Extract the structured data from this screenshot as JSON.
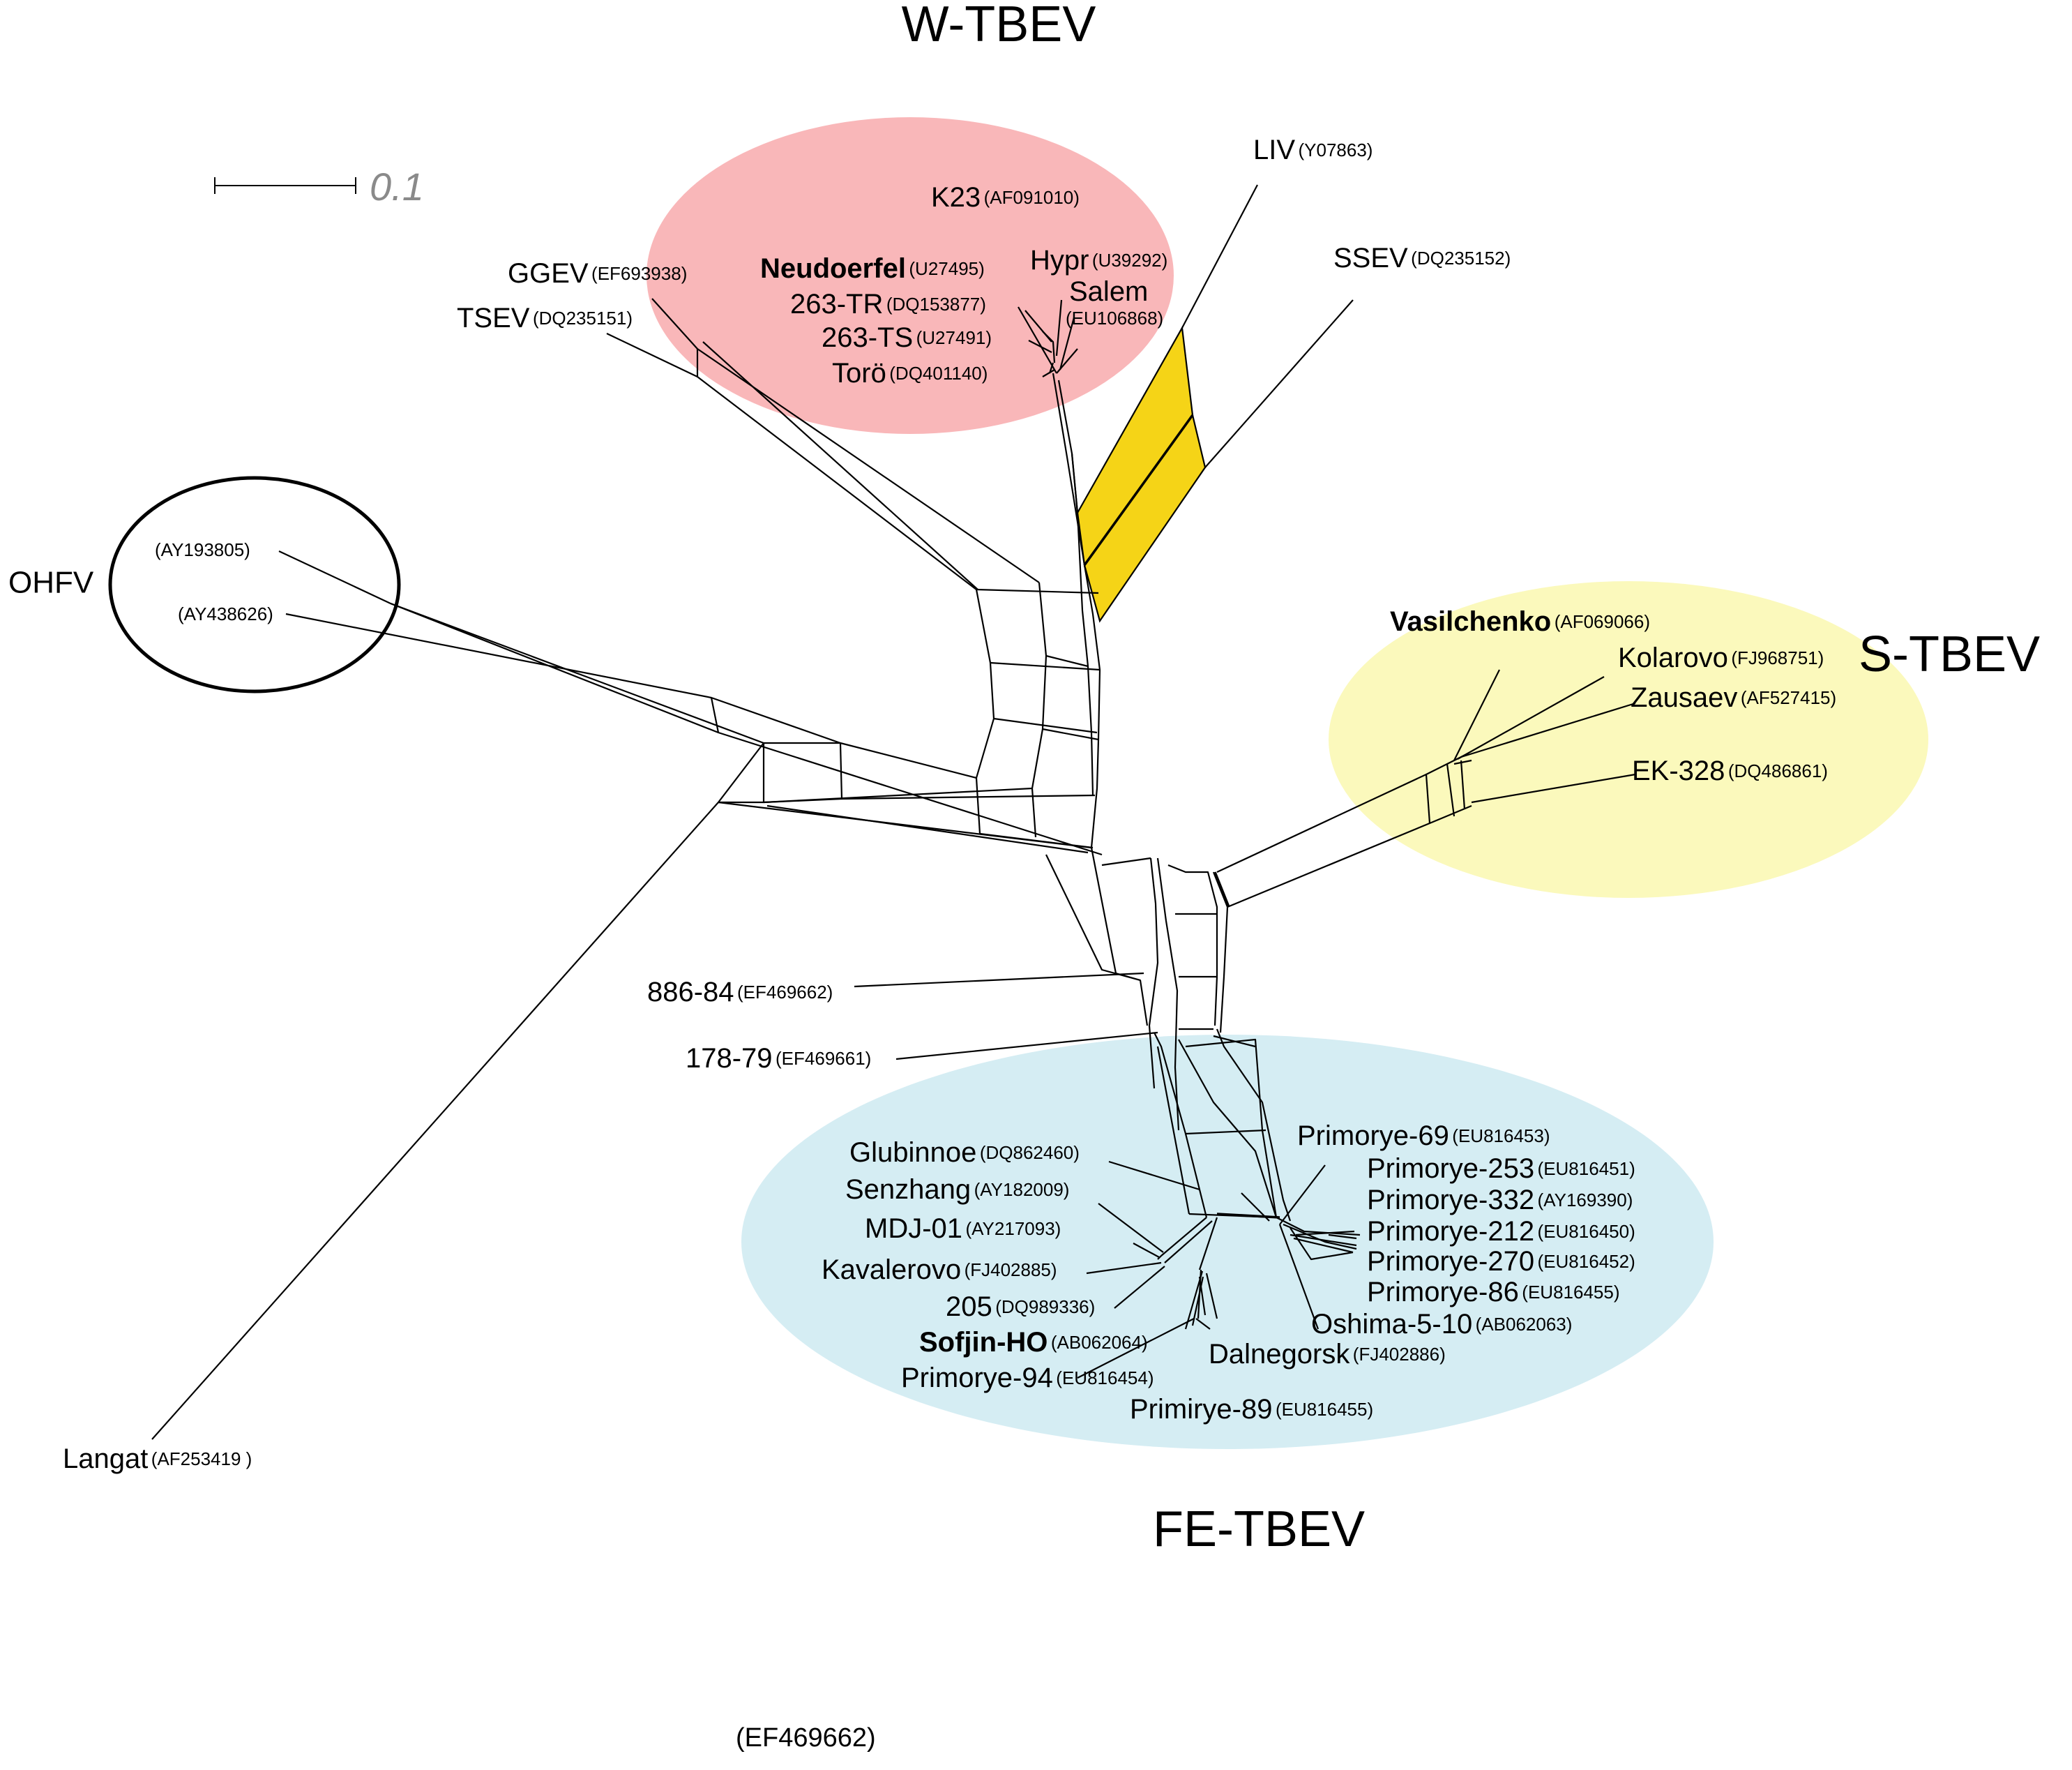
{
  "scale_bar": {
    "label": "0.1"
  },
  "groups": [
    {
      "id": "w",
      "name": "W-TBEV",
      "color": "#f9b7b9"
    },
    {
      "id": "s",
      "name": "S-TBEV",
      "color": "#fbf9bc"
    },
    {
      "id": "fe",
      "name": "FE-TBEV",
      "color": "#d5edf3"
    },
    {
      "id": "ohfv",
      "name": "OHFV"
    }
  ],
  "highlight_color": "#f5d417",
  "taxa": [
    {
      "name": "K23",
      "acc": "(AF091010)",
      "bold": false
    },
    {
      "name": "Hypr",
      "acc": "(U39292)",
      "bold": false
    },
    {
      "name": "Neudoerfel",
      "acc": "(U27495)",
      "bold": true
    },
    {
      "name": "Salem",
      "acc": "(EU106868)",
      "bold": false
    },
    {
      "name": "263-TR",
      "acc": "(DQ153877)",
      "bold": false
    },
    {
      "name": "263-TS",
      "acc": "(U27491)",
      "bold": false
    },
    {
      "name": "Torö",
      "acc": "(DQ401140)",
      "bold": false
    },
    {
      "name": "LIV",
      "acc": "(Y07863)",
      "bold": false
    },
    {
      "name": "SSEV",
      "acc": "(DQ235152)",
      "bold": false
    },
    {
      "name": "GGEV",
      "acc": "(EF693938)",
      "bold": false
    },
    {
      "name": "TSEV",
      "acc": "(DQ235151)",
      "bold": false
    },
    {
      "name": "",
      "acc": "(AY193805)",
      "bold": false
    },
    {
      "name": "",
      "acc": "(AY438626)",
      "bold": false
    },
    {
      "name": "Vasilchenko",
      "acc": "(AF069066)",
      "bold": true
    },
    {
      "name": "Kolarovo",
      "acc": "(FJ968751)",
      "bold": false
    },
    {
      "name": "Zausaev",
      "acc": "(AF527415)",
      "bold": false
    },
    {
      "name": "EK-328",
      "acc": "(DQ486861)",
      "bold": false
    },
    {
      "name": "886-84",
      "acc": "(EF469662)",
      "bold": false
    },
    {
      "name": "178-79",
      "acc": "(EF469661)",
      "bold": false
    },
    {
      "name": "Glubinnoe",
      "acc": "(DQ862460)",
      "bold": false
    },
    {
      "name": "Senzhang",
      "acc": "(AY182009)",
      "bold": false
    },
    {
      "name": "MDJ-01",
      "acc": "(AY217093)",
      "bold": false
    },
    {
      "name": "Kavalerovo",
      "acc": "(FJ402885)",
      "bold": false
    },
    {
      "name": "205",
      "acc": "(DQ989336)",
      "bold": false
    },
    {
      "name": "Sofjin-HO",
      "acc": "(AB062064)",
      "bold": true
    },
    {
      "name": "Primorye-94",
      "acc": "(EU816454)",
      "bold": false
    },
    {
      "name": "Primorye-69",
      "acc": "(EU816453)",
      "bold": false
    },
    {
      "name": "Primorye-253",
      "acc": "(EU816451)",
      "bold": false
    },
    {
      "name": "Primorye-332",
      "acc": "(AY169390)",
      "bold": false
    },
    {
      "name": "Primorye-212",
      "acc": "(EU816450)",
      "bold": false
    },
    {
      "name": "Primorye-270",
      "acc": "(EU816452)",
      "bold": false
    },
    {
      "name": "Primorye-86",
      "acc": "(EU816455)",
      "bold": false
    },
    {
      "name": "Oshima-5-10",
      "acc": "(AB062063)",
      "bold": false
    },
    {
      "name": "Dalnegorsk",
      "acc": "(FJ402886)",
      "bold": false
    },
    {
      "name": "Primirye-89",
      "acc": "(EU816455)",
      "bold": false
    },
    {
      "name": "Langat",
      "acc": "(AF253419 )",
      "bold": false
    }
  ],
  "stray_label": "(EF469662)"
}
